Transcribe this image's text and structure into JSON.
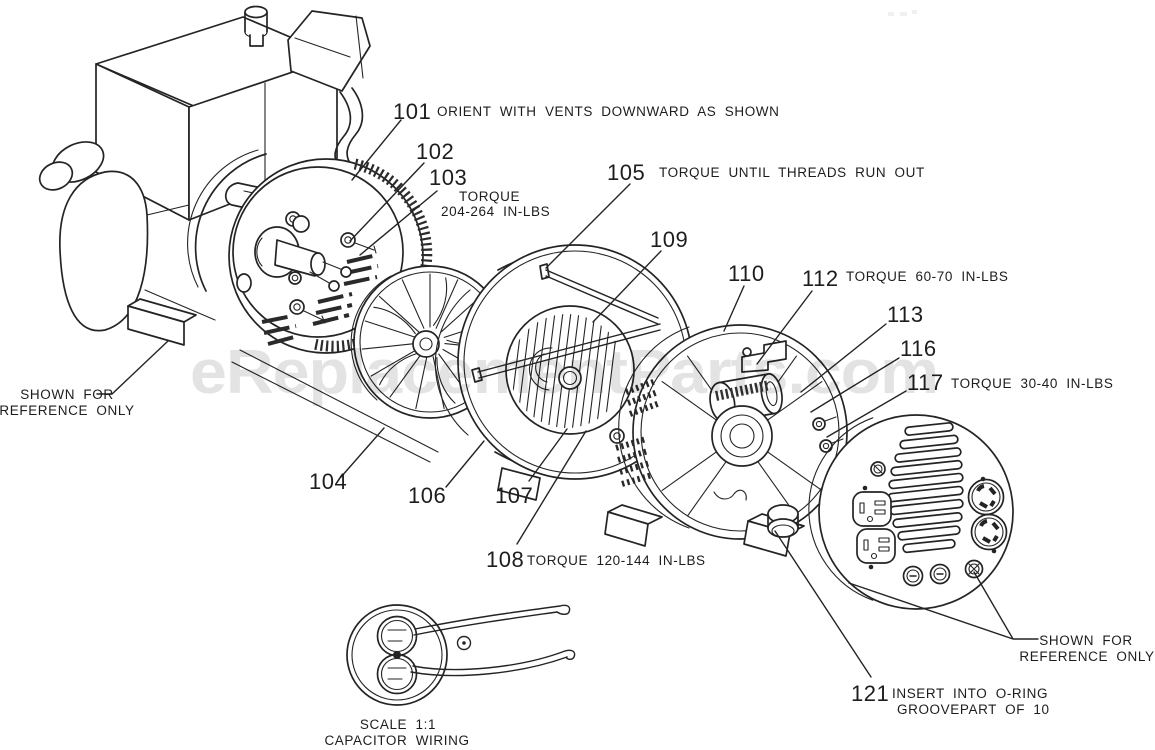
{
  "watermark": {
    "text": "eReplacementParts.com",
    "color_hex": "#e3e3e3"
  },
  "callouts": [
    {
      "num": "101",
      "note": "ORIENT WITH VENTS DOWNWARD AS SHOWN"
    },
    {
      "num": "102"
    },
    {
      "num": "103",
      "note_line1": "TORQUE",
      "note_line2": "204-264 IN-LBS"
    },
    {
      "num": "104"
    },
    {
      "num": "105",
      "note": "TORQUE UNTIL THREADS RUN OUT"
    },
    {
      "num": "106"
    },
    {
      "num": "107"
    },
    {
      "num": "108",
      "note": "TORQUE 120-144 IN-LBS"
    },
    {
      "num": "109"
    },
    {
      "num": "110"
    },
    {
      "num": "112",
      "note": "TORQUE 60-70 IN-LBS"
    },
    {
      "num": "113"
    },
    {
      "num": "116"
    },
    {
      "num": "117",
      "note": "TORQUE 30-40 IN-LBS"
    },
    {
      "num": "121",
      "note_line1": "INSERT INTO O-RING",
      "note_line2": "GROOVEPART OF 10"
    }
  ],
  "annotations": {
    "engine_reference": {
      "line1": "SHOWN FOR",
      "line2": "REFERENCE ONLY"
    },
    "panel_reference": {
      "line1": "SHOWN FOR",
      "line2": "REFERENCE ONLY"
    },
    "capacitor_detail": {
      "scale": "SCALE 1:1",
      "title": "CAPACITOR WIRING"
    }
  }
}
